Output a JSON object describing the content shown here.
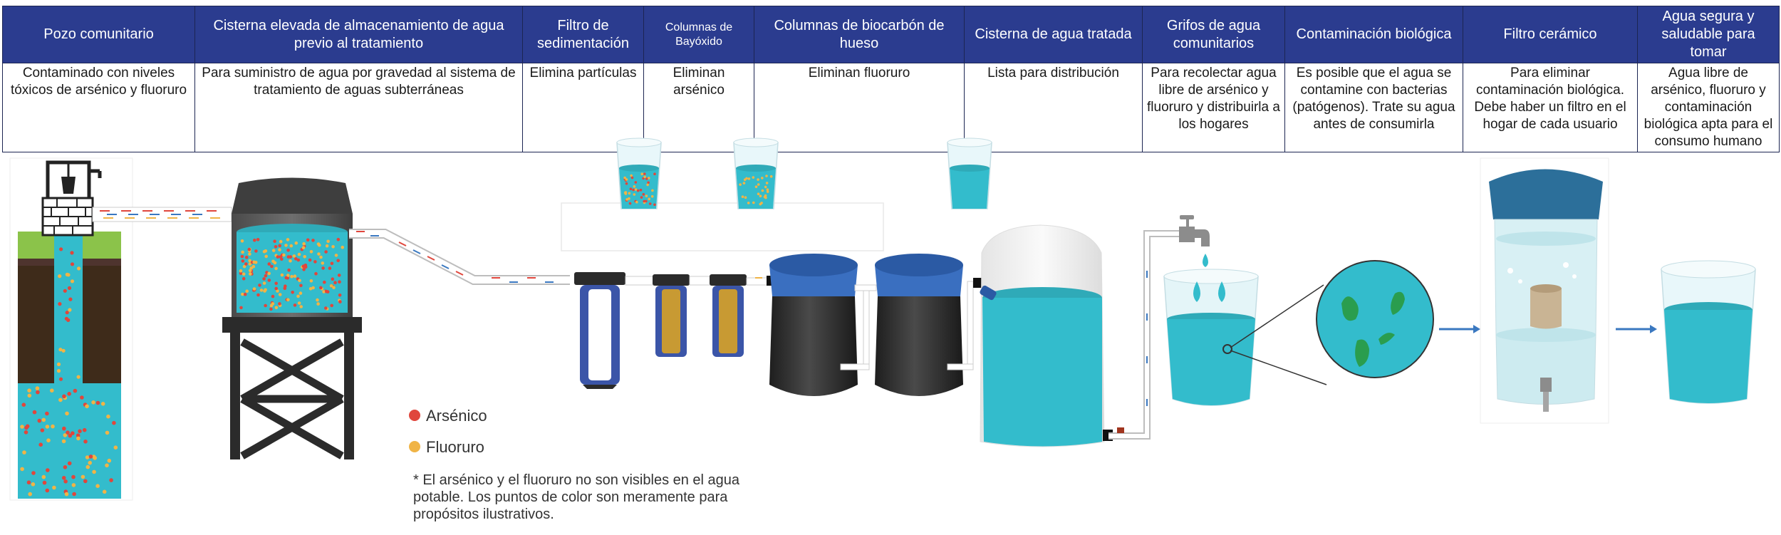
{
  "table": {
    "columns": [
      {
        "header": "Pozo comunitario",
        "desc": "Contaminado con niveles tóxicos de arsénico y fluoruro"
      },
      {
        "header": "Cisterna elevada de almacenamiento de agua previo al tratamiento",
        "desc": "Para suministro de agua por gravedad al sistema de tratamiento de aguas subterráneas"
      },
      {
        "header": "Filtro de sedimentación",
        "desc": "Elimina partículas"
      },
      {
        "header": "Columnas de Bayóxido",
        "desc": "Eliminan arsénico"
      },
      {
        "header": "Columnas de biocarbón de hueso",
        "desc": "Eliminan fluoruro"
      },
      {
        "header": "Cisterna de agua tratada",
        "desc": "Lista para distribución"
      },
      {
        "header": "Grifos de agua comunitarios",
        "desc": "Para recolectar agua libre de arsénico y fluoruro y distribuirla a los hogares"
      },
      {
        "header": "Contaminación biológica",
        "desc": "Es posible que el agua se contamine con bacterias (patógenos). Trate su agua antes de consumirla"
      },
      {
        "header": "Filtro cerámico",
        "desc": "Para eliminar contaminación biológica. Debe haber un filtro en el hogar de cada usuario"
      },
      {
        "header": "Agua segura y saludable para tomar",
        "desc": "Agua libre de arsénico, fluoruro y contaminación biológica apta para el consumo humano"
      }
    ]
  },
  "legend": {
    "arsenic": {
      "label": "Arsénico",
      "color": "#e0463c"
    },
    "fluoride": {
      "label": "Fluoruro",
      "color": "#f0b446"
    }
  },
  "note": {
    "line1": "* El arsénico y el fluoruro no son visibles en el agua",
    "line2": "potable. Los puntos de color son meramente para",
    "line3": "propósitos ilustrativos."
  },
  "colors": {
    "header_bg": "#2b3c8f",
    "water": "#33bccc",
    "water_dark": "#1f9aaa",
    "barrel_lid": "#3a6fc0",
    "barrel_body": "#2b2b2b",
    "bacteria": "#2a9d4e",
    "arrow": "#3a78c0"
  }
}
